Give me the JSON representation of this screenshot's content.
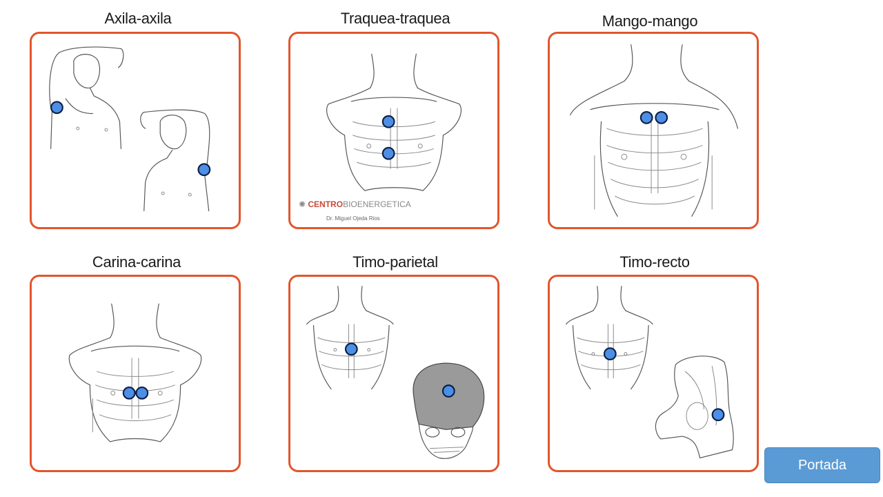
{
  "cards": [
    {
      "title": "Axila-axila"
    },
    {
      "title": "Traquea-traquea",
      "logo_brand": "CENTRO",
      "logo_rest": "BIOENERGETICA",
      "logo_sub": "Dr. Miguel Ojeda Rios"
    },
    {
      "title": "Mango-mango"
    },
    {
      "title": "Carina-carina"
    },
    {
      "title": "Timo-parietal"
    },
    {
      "title": "Timo-recto"
    }
  ],
  "portada_button": {
    "label": "Portada"
  },
  "colors": {
    "border": "#e2552b",
    "dot": "#4d8fe6",
    "button": "#5b9bd5"
  }
}
